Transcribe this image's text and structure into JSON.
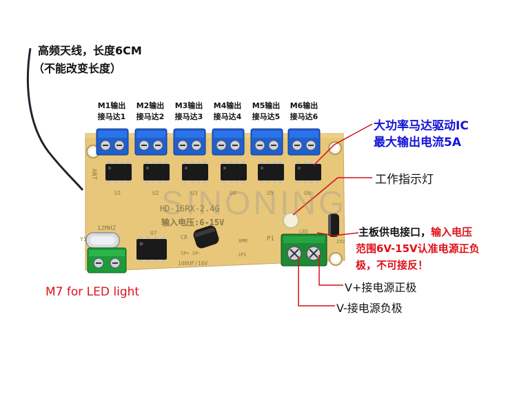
{
  "antenna": {
    "line1": "高频天线，长度6CM",
    "line2": "（不能改变长度）"
  },
  "motor_outputs": [
    {
      "line1": "M1输出",
      "line2": "接马达1"
    },
    {
      "line1": "M2输出",
      "line2": "接马达2"
    },
    {
      "line1": "M3输出",
      "line2": "接马达3"
    },
    {
      "line1": "M4输出",
      "line2": "接马达4"
    },
    {
      "line1": "M5输出",
      "line2": "接马达5"
    },
    {
      "line1": "M6输出",
      "line2": "接马达6"
    }
  ],
  "callouts": {
    "driver_ic_line1": "大功率马达驱动IC",
    "driver_ic_line2": "最大输出电流5A",
    "indicator": "工作指示灯",
    "power_black": "主板供电接口，",
    "power_red1": "输入电压",
    "power_line2": "范围6V-15V认准电源正负",
    "power_line3": "极，不可接反！",
    "vplus": "V+接电源正极",
    "vminus": "V-接电源负极",
    "m7": "M7 for LED light"
  },
  "board_silk": {
    "model": "HD-16RX-2.4G",
    "voltage": "输入电压:6-15V",
    "crystal": "12MHZ",
    "cap": "100UF/16V",
    "ant": "ANT",
    "u_labels": [
      "U1",
      "U2",
      "U3",
      "U4",
      "U5",
      "U6",
      "U7"
    ],
    "y1": "Y1",
    "p1": "P1",
    "led": "LED",
    "c8": "C8",
    "sp": "SP+ SP-",
    "jp1": "JP1",
    "smm": "8MM",
    "s25v": "25V"
  },
  "watermark": "SINONING",
  "colors": {
    "board": "#e8c77a",
    "terminal_blue": "#1f5fd0",
    "terminal_green": "#1e9a3a",
    "callout_blue": "#1313d8",
    "callout_red": "#e0101a"
  }
}
